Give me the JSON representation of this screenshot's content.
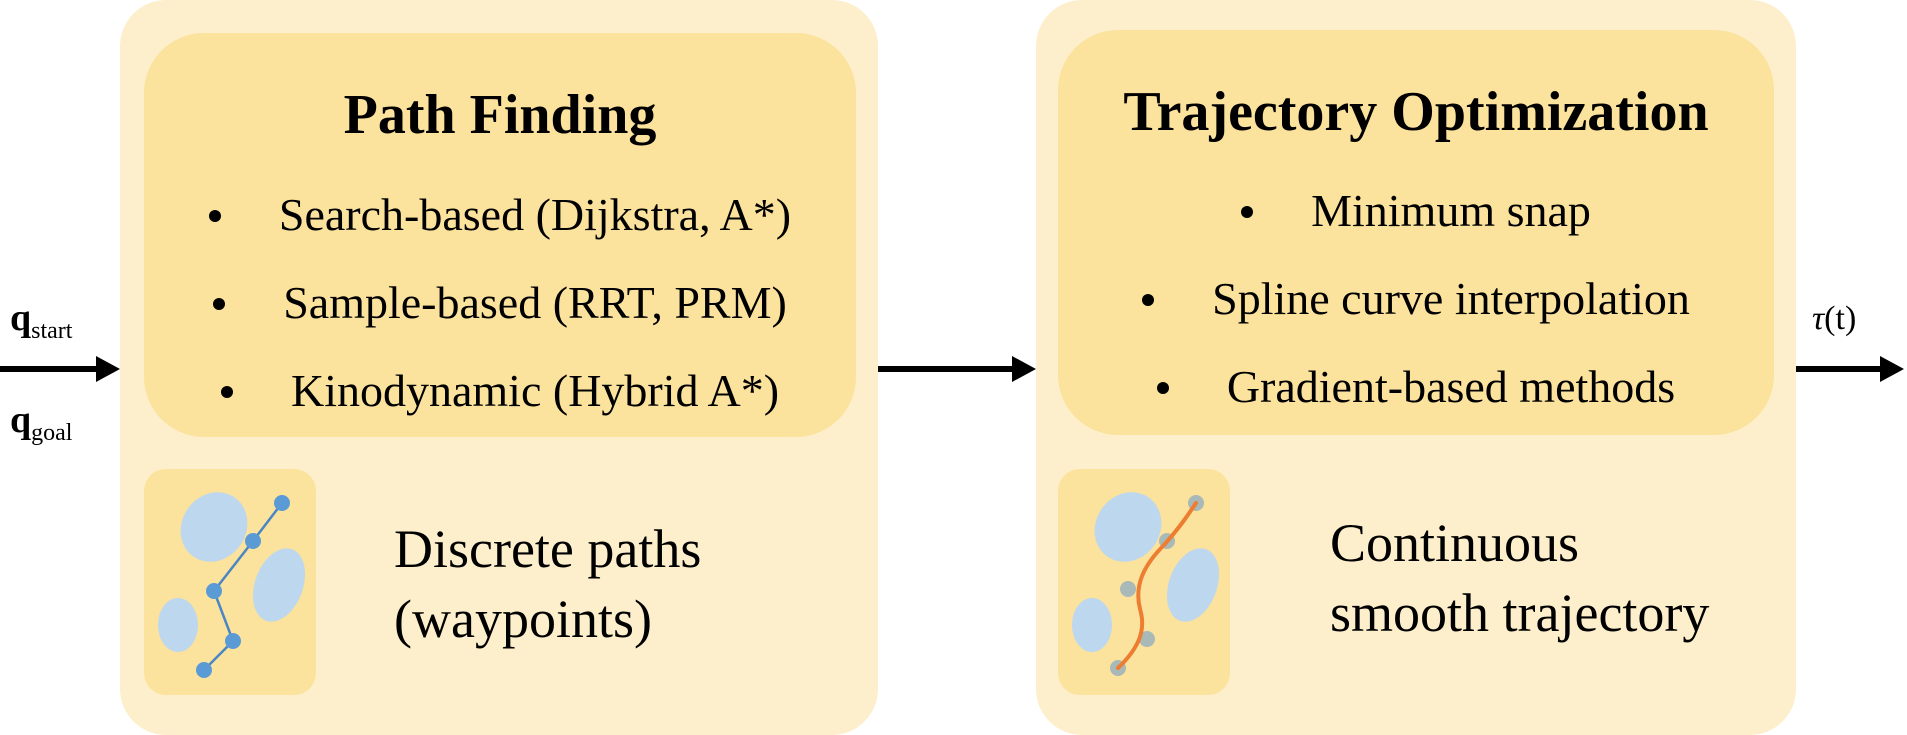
{
  "inputs": {
    "start_symbol": "q",
    "start_subscript": "start",
    "goal_symbol": "q",
    "goal_subscript": "goal"
  },
  "output": {
    "symbol": "τ",
    "argument": "(t)"
  },
  "path_finding": {
    "title": "Path Finding",
    "items": [
      "Search-based (Dijkstra, A*)",
      "Sample-based (RRT, PRM)",
      "Kinodynamic (Hybrid A*)"
    ],
    "caption_line1": "Discrete paths",
    "caption_line2": "(waypoints)"
  },
  "trajectory_optimization": {
    "title": "Trajectory Optimization",
    "items": [
      "Minimum snap",
      "Spline curve interpolation",
      "Gradient-based methods"
    ],
    "caption_line1": "Continuous",
    "caption_line2": "smooth trajectory"
  },
  "colors": {
    "outer_panel": "#fdefcb",
    "inner_panel": "#fbe29d",
    "obstacle": "#bdd7ee",
    "waypoint": "#5b9bd5",
    "trajectory": "#ed7d31",
    "arrow": "#000000"
  }
}
